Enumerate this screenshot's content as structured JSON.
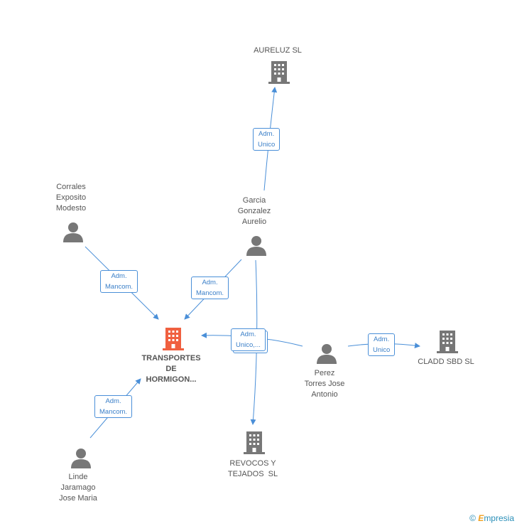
{
  "colors": {
    "edge": "#4a8fd8",
    "node": "#777777",
    "main_node": "#f06040",
    "text": "#555555"
  },
  "nodes": {
    "aureluz": {
      "label": "AURELUZ SL",
      "icon": "building-icon"
    },
    "garcia": {
      "label": [
        "Garcia",
        "Gonzalez",
        "Aurelio"
      ],
      "icon": "person-icon"
    },
    "corrales": {
      "label": [
        "Corrales",
        "Exposito",
        "Modesto"
      ],
      "icon": "person-icon"
    },
    "transportes": {
      "label": [
        "TRANSPORTES",
        "DE",
        "HORMIGON..."
      ],
      "icon": "building-icon"
    },
    "perez": {
      "label": [
        "Perez",
        "Torres Jose",
        "Antonio"
      ],
      "icon": "person-icon"
    },
    "cladd": {
      "label": "CLADD SBD SL",
      "icon": "building-icon"
    },
    "revocos": {
      "label": [
        "REVOCOS Y",
        "TEJADOS  SL"
      ],
      "icon": "building-icon"
    },
    "linde": {
      "label": [
        "Linde",
        "Jaramago",
        "Jose Maria"
      ],
      "icon": "person-icon"
    }
  },
  "edges": {
    "garcia_aureluz": [
      "Adm.",
      "Unico"
    ],
    "corrales_transportes": [
      "Adm.",
      "Mancom."
    ],
    "garcia_transportes": [
      "Adm.",
      "Mancom."
    ],
    "perez_transportes": [
      "Adm.",
      "Unico,..."
    ],
    "perez_cladd": [
      "Adm.",
      "Unico"
    ],
    "linde_transportes": [
      "Adm.",
      "Mancom."
    ]
  },
  "footer": {
    "copyright": "©",
    "brand_initial": "E",
    "brand_rest": "mpresia"
  }
}
